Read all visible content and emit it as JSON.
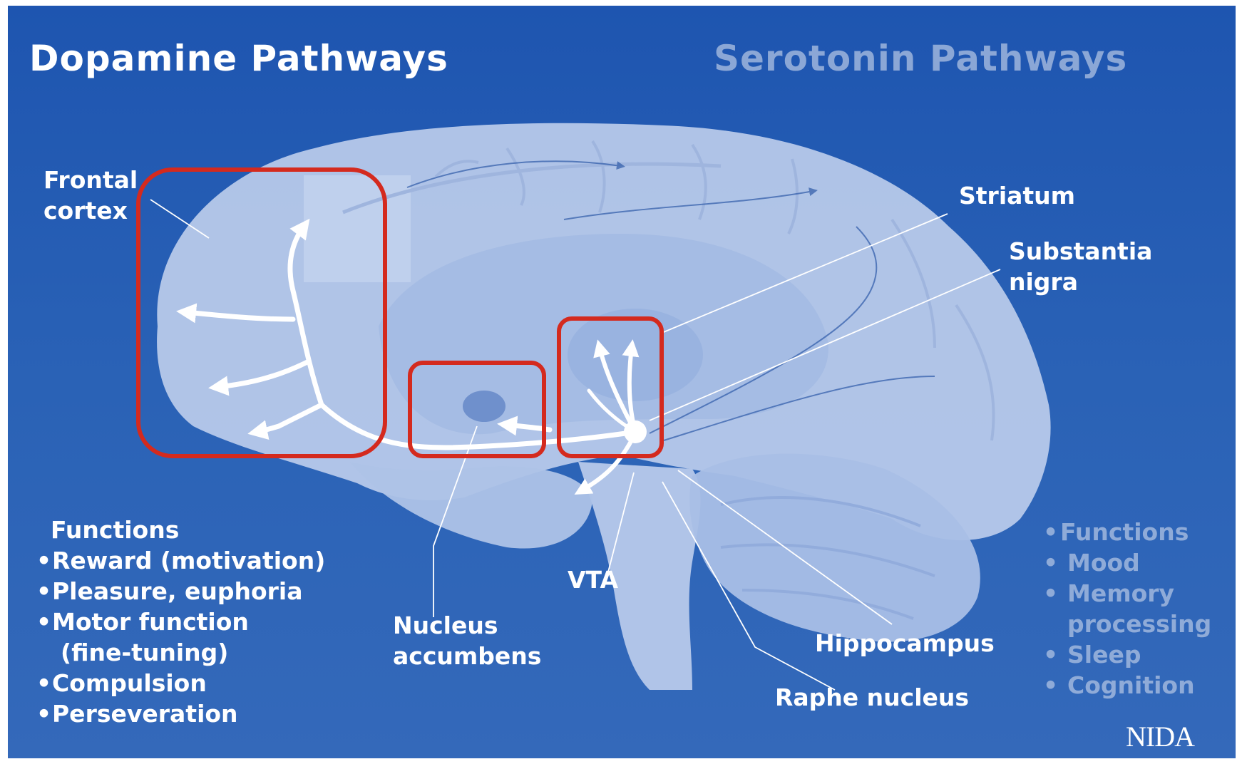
{
  "titles": {
    "dopamine": "Dopamine Pathways",
    "serotonin": "Serotonin Pathways"
  },
  "labels": {
    "frontal_cortex_line1": "Frontal",
    "frontal_cortex_line2": "cortex",
    "striatum": "Striatum",
    "substantia_nigra_line1": "Substantia",
    "substantia_nigra_line2": "nigra",
    "vta": "VTA",
    "nucleus_accumbens_line1": "Nucleus",
    "nucleus_accumbens_line2": "accumbens",
    "hippocampus": "Hippocampus",
    "raphe_nucleus": "Raphe nucleus"
  },
  "dopamine_functions": {
    "heading": "Functions",
    "items": [
      "Reward (motivation)",
      "Pleasure, euphoria",
      "Motor function",
      "(fine-tuning)",
      "Compulsion",
      "Perseveration"
    ]
  },
  "serotonin_functions": {
    "heading": "Functions",
    "items": [
      "Mood",
      "Memory",
      "processing",
      "Sleep",
      "Cognition"
    ]
  },
  "logo": "NIDA",
  "colors": {
    "background": "#2a62b6",
    "brain": "#b7c9ea",
    "highlight_box": "#d42a1e",
    "text": "#ffffff",
    "faded_text": "#8fabd8"
  },
  "icons": {
    "pathway_arrows": "arrow-icon"
  }
}
